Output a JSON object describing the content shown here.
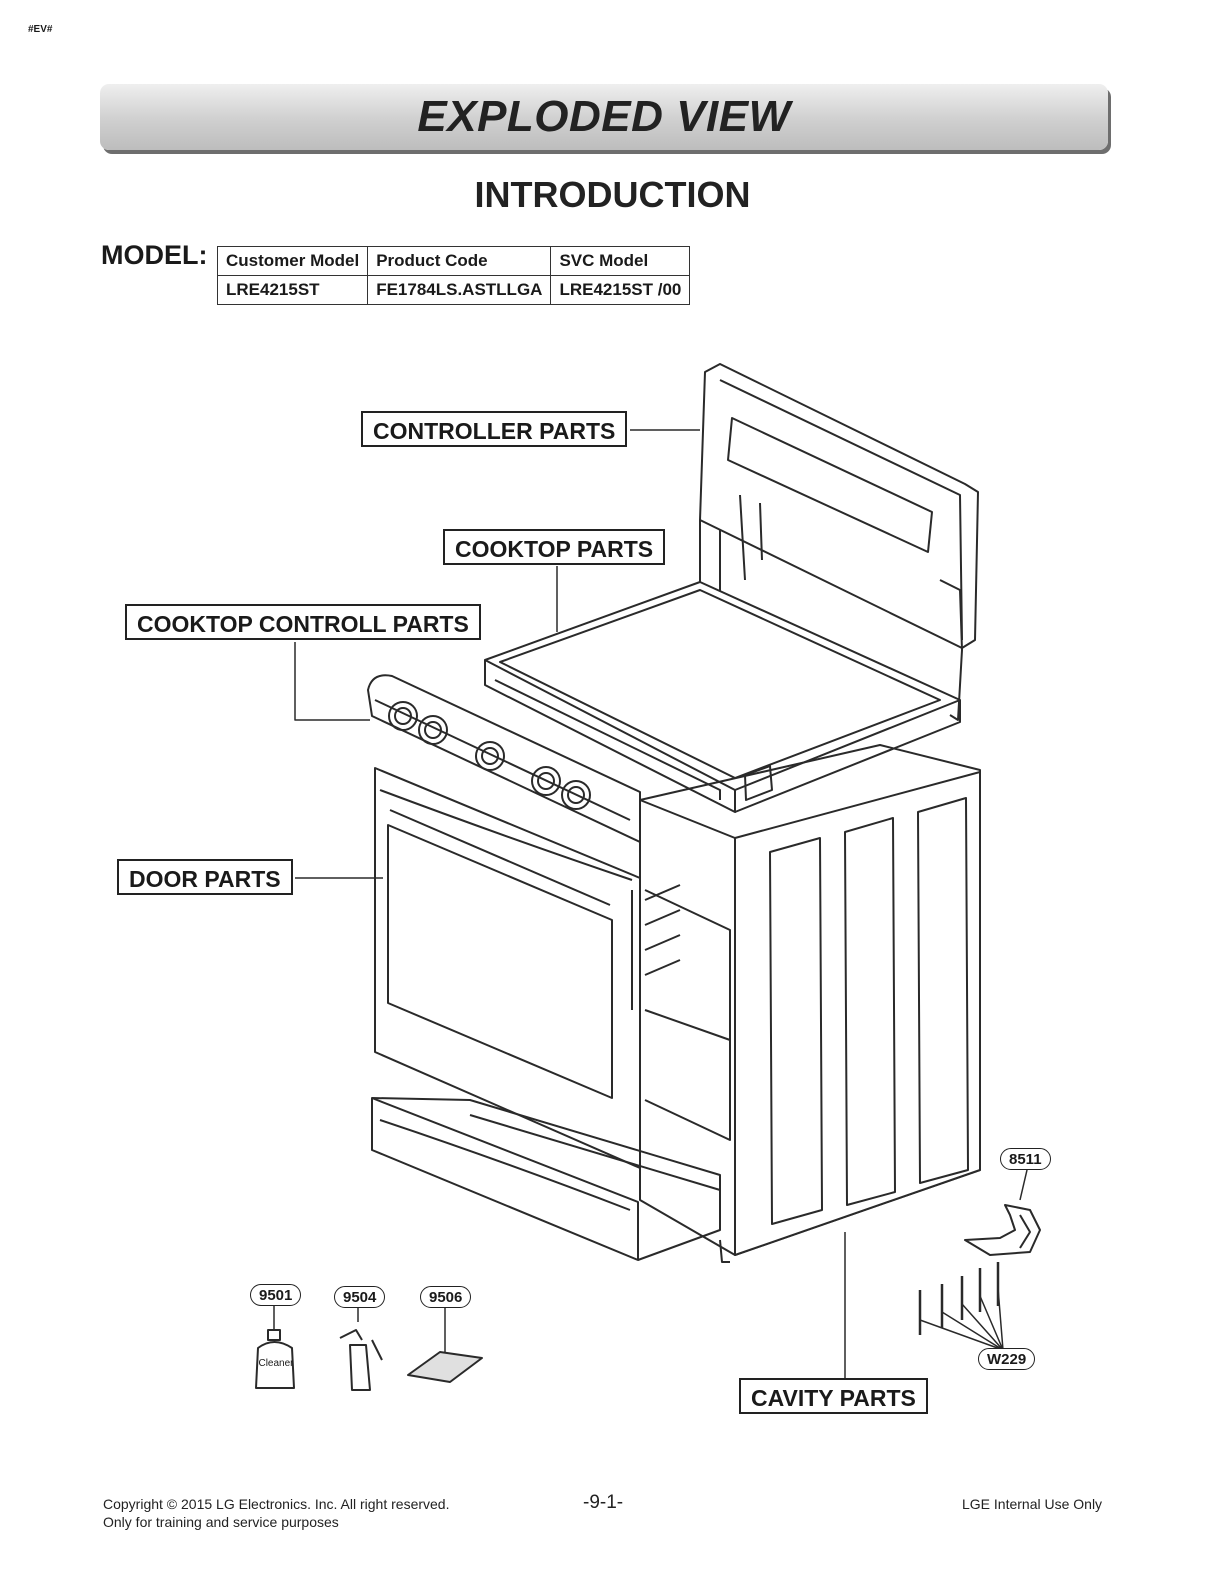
{
  "header_tag": "#EV#",
  "banner_title": "EXPLODED VIEW",
  "section_title": "INTRODUCTION",
  "model_label": "MODEL:",
  "model_table": {
    "headers": [
      "Customer Model",
      "Product Code",
      "SVC Model"
    ],
    "values": [
      "LRE4215ST",
      "FE1784LS.ASTLLGA",
      "LRE4215ST /00"
    ]
  },
  "callouts": {
    "controller": "CONTROLLER PARTS",
    "cooktop": "COOKTOP PARTS",
    "cooktop_control": "COOKTOP CONTROLL PARTS",
    "door": "DOOR PARTS",
    "cavity": "CAVITY PARTS"
  },
  "part_numbers": {
    "cleaner": "9501",
    "sprayer": "9504",
    "pad": "9506",
    "bracket": "8511",
    "screws": "W229"
  },
  "cleaner_label": "Cleaner",
  "footer": {
    "copyright": "Copyright © 2015 LG Electronics. Inc. All right reserved.",
    "training": "Only for training and service purposes",
    "page": "-9-1-",
    "internal": "LGE Internal Use Only"
  }
}
